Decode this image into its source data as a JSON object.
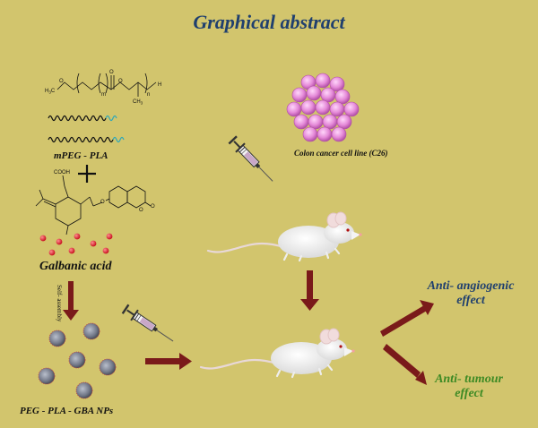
{
  "title": "Graphical abstract",
  "polymer_label": "mPEG - PLA",
  "drug_label": "Galbanic acid",
  "self_assembly_label": "Self- assembly",
  "nanoparticle_label": "PEG - PLA - GBA  NPs",
  "cell_line_label": "Colon cancer cell line (C26)",
  "effects": [
    {
      "line1": "Anti- angiogenic",
      "line2": "effect"
    },
    {
      "line1": "Anti- tumour",
      "line2": "effect"
    }
  ],
  "chem": {
    "h3c": "H",
    "h3c_sub": "3",
    "h3c_c": "C",
    "o1": "O",
    "m": "m",
    "o2": "O",
    "o3": "O",
    "n": "n",
    "h": "H",
    "ch3": "CH",
    "ch3_sub": "3",
    "cooh": "COOH",
    "o4": "O",
    "o5": "O",
    "o6": "O"
  },
  "colors": {
    "background": "#d2c56d",
    "title": "#1f3f6e",
    "arrow": "#7a1a1a",
    "anti_angiogenic": "#1f3f6e",
    "anti_tumour": "#3d8a24",
    "cells": "#e58ad8",
    "drug_dots": "#e0182a",
    "nanoparticle": "#7a7f8c"
  }
}
